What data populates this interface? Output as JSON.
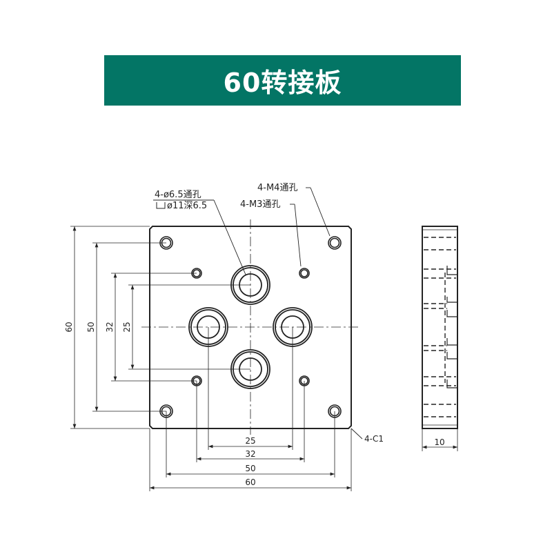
{
  "title": "60转接板",
  "colors": {
    "banner": "#037565",
    "line": "#222222"
  },
  "callouts": {
    "counterbore_line1": "4-ø6.5通孔",
    "counterbore_line2": "ø11深6.5",
    "m4": "4-M4通孔",
    "m3": "4-M3通孔",
    "chamfer": "4-C1"
  },
  "dimensions": {
    "left": [
      "60",
      "50",
      "32",
      "25"
    ],
    "bottom": [
      "25",
      "32",
      "50",
      "60"
    ],
    "side_thickness": "10"
  }
}
